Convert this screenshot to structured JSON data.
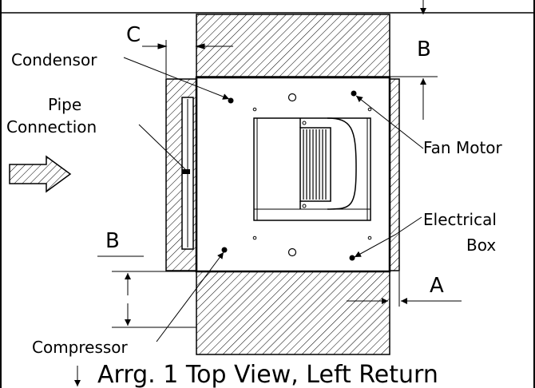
{
  "labels": {
    "condensor": "Condensor",
    "pipe_line1": "Pipe",
    "pipe_line2": "Connection",
    "fan_motor": "Fan Motor",
    "electrical_line1": "Electrical",
    "electrical_line2": "Box",
    "compressor": "Compressor"
  },
  "dimensions": {
    "a": "A",
    "b_top": "B",
    "b_left": "B",
    "c": "C"
  },
  "caption": "Arrg. 1 Top View, Left Return"
}
